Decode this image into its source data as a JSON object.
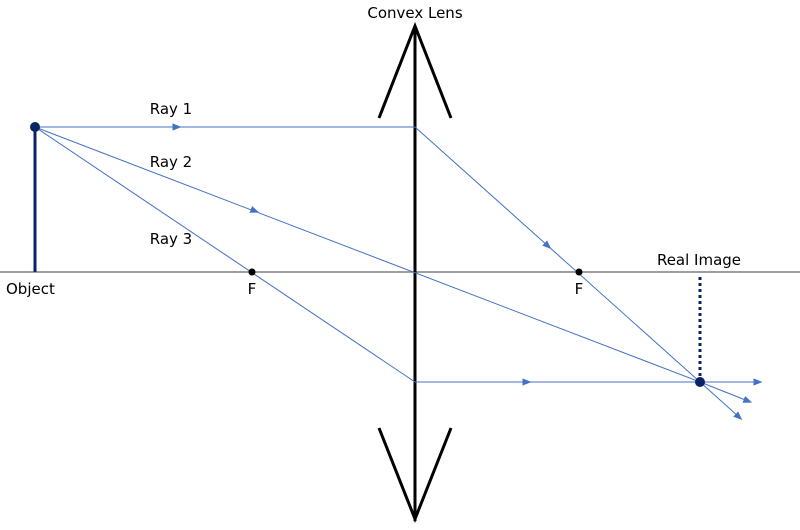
{
  "title": "Convex Lens",
  "labels": {
    "lens": "Convex Lens",
    "object": "Object",
    "real_image": "Real Image",
    "focal_left": "F",
    "focal_right": "F",
    "ray1": "Ray 1",
    "ray2": "Ray 2",
    "ray3": "Ray 3"
  },
  "colors": {
    "ray": "#4472c4",
    "object": "#0a2463",
    "axis": "#7f7f7f",
    "lens": "#000000",
    "focal": "#000000"
  },
  "rays": [
    {
      "id": "ray1",
      "label": "Ray 1",
      "description": "Parallel to axis, refracts through right focal point"
    },
    {
      "id": "ray2",
      "label": "Ray 2",
      "description": "Through optical center, undeviated"
    },
    {
      "id": "ray3",
      "label": "Ray 3",
      "description": "Through left focal point, exits parallel"
    }
  ]
}
